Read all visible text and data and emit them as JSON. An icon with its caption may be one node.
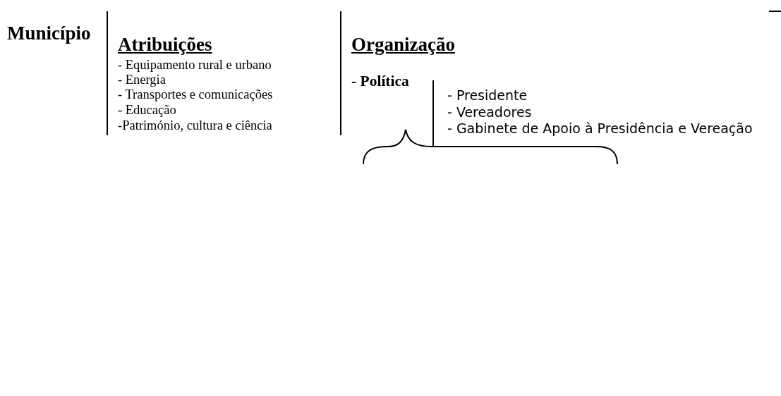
{
  "diagram": {
    "labels": [
      "Município",
      "Atribuições",
      "- Equipamento rural e urbano",
      "- Energia",
      "- Transportes e comunicações",
      "- Educação",
      "-Património, cultura e ciência",
      "Organização",
      "- Política",
      "- Presidente",
      "- Vereadores",
      "- Gabinete de Apoio à Presidência e Vereação"
    ]
  }
}
